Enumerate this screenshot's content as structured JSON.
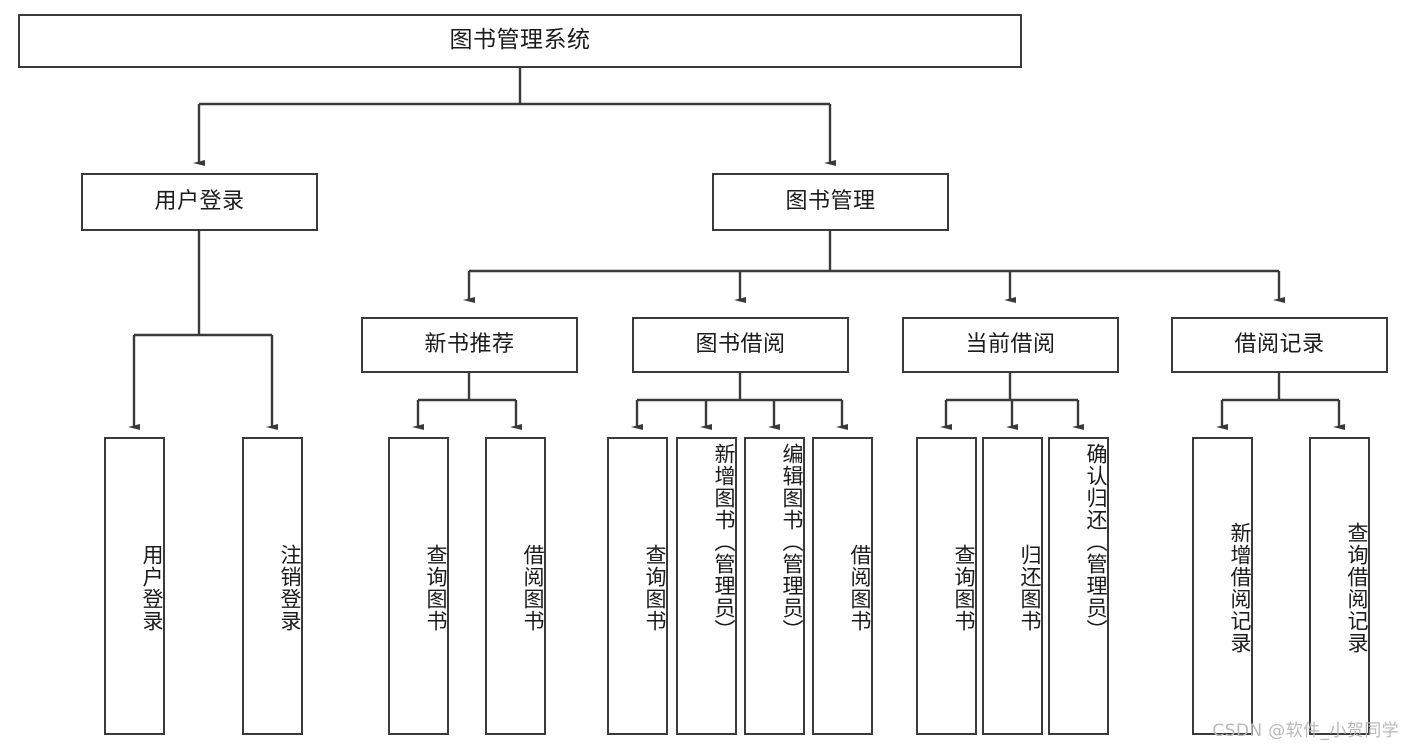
{
  "diagram": {
    "title": "图书管理系统",
    "type": "hierarchy-tree",
    "watermark": "CSDN @软件_小贺同学",
    "colors": {
      "border": "#3a3a3a",
      "text": "#1b1b1b",
      "background": "#ffffff",
      "connector": "#3a3a3a",
      "watermark": "#b9b9b9"
    },
    "root": {
      "label": "图书管理系统"
    },
    "level2": [
      {
        "label": "用户登录"
      },
      {
        "label": "图书管理"
      }
    ],
    "level3": [
      {
        "label": "新书推荐"
      },
      {
        "label": "图书借阅"
      },
      {
        "label": "当前借阅"
      },
      {
        "label": "借阅记录"
      }
    ],
    "leaves": {
      "user_login": [
        {
          "label": "用户登录"
        },
        {
          "label": "注销登录"
        }
      ],
      "new_book": [
        {
          "label": "查询图书"
        },
        {
          "label": "借阅图书"
        }
      ],
      "book_borrow": [
        {
          "label": "查询图书"
        },
        {
          "label": "新增图书（管理员）"
        },
        {
          "label": "编辑图书（管理员）"
        },
        {
          "label": "借阅图书"
        }
      ],
      "current_borrow": [
        {
          "label": "查询图书"
        },
        {
          "label": "归还图书"
        },
        {
          "label": "确认归还（管理员）"
        }
      ],
      "borrow_record": [
        {
          "label": "新增借阅记录"
        },
        {
          "label": "查询借阅记录"
        }
      ]
    }
  }
}
